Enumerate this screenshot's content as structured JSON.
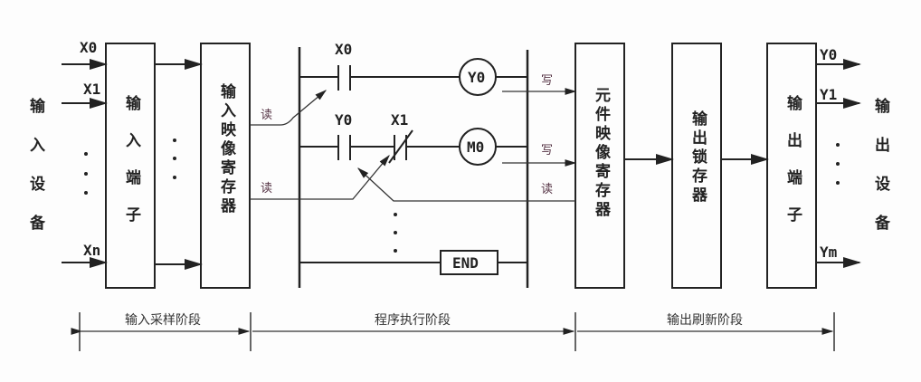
{
  "input_device": "输入设备",
  "output_device": "输出设备",
  "boxes": {
    "input_terminal": "输入端子",
    "input_image_register": "输入映像寄存器",
    "element_image_register": "元件映像寄存器",
    "output_latch": "输出锁存器",
    "output_terminal": "输出端子"
  },
  "inputs": [
    "X0",
    "X1",
    "Xn"
  ],
  "outputs": [
    "Y0",
    "Y1",
    "Ym"
  ],
  "ladder": {
    "rung1_contact": "X0",
    "rung1_coil": "Y0",
    "rung2_contact1": "Y0",
    "rung2_contact2": "X1",
    "rung2_coil": "M0",
    "end": "END"
  },
  "arrows": {
    "read": "读",
    "write": "写"
  },
  "phases": [
    "输入采样阶段",
    "程序执行阶段",
    "输出刷新阶段"
  ]
}
